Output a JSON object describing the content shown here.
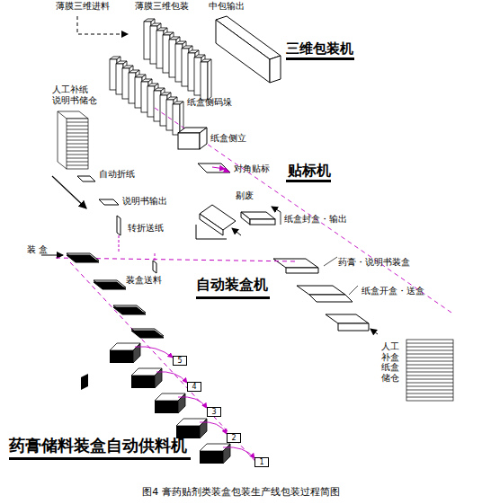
{
  "diagram": {
    "caption": "图4 膏药贴剂类装盒包装生产线包装过程简图",
    "nodes": [
      {
        "text": [
          "5"
        ]
      },
      {
        "text": [
          "4"
        ]
      },
      {
        "text": [
          "3"
        ]
      },
      {
        "text": [
          "2"
        ]
      },
      {
        "text": [
          "1"
        ]
      }
    ],
    "labels": [
      "薄膜三维进料",
      "薄膜三维包装",
      "中包输出",
      "三维包装机",
      "人工补纸 说明书储仓",
      "纸盒侧码垛",
      "纸盒侧立",
      "对角贴标",
      "贴标机",
      "自动折纸",
      "剔废",
      "说明书输出",
      "纸盒封盒・输出",
      "转折送纸",
      "装 盒",
      "药膏・说明书装盒",
      "装盒送料",
      "自动装盒机",
      "纸盒开盒・送盒",
      "人工 补盒 纸盒 储仓",
      "药膏储料装盒自动供料机"
    ]
  }
}
